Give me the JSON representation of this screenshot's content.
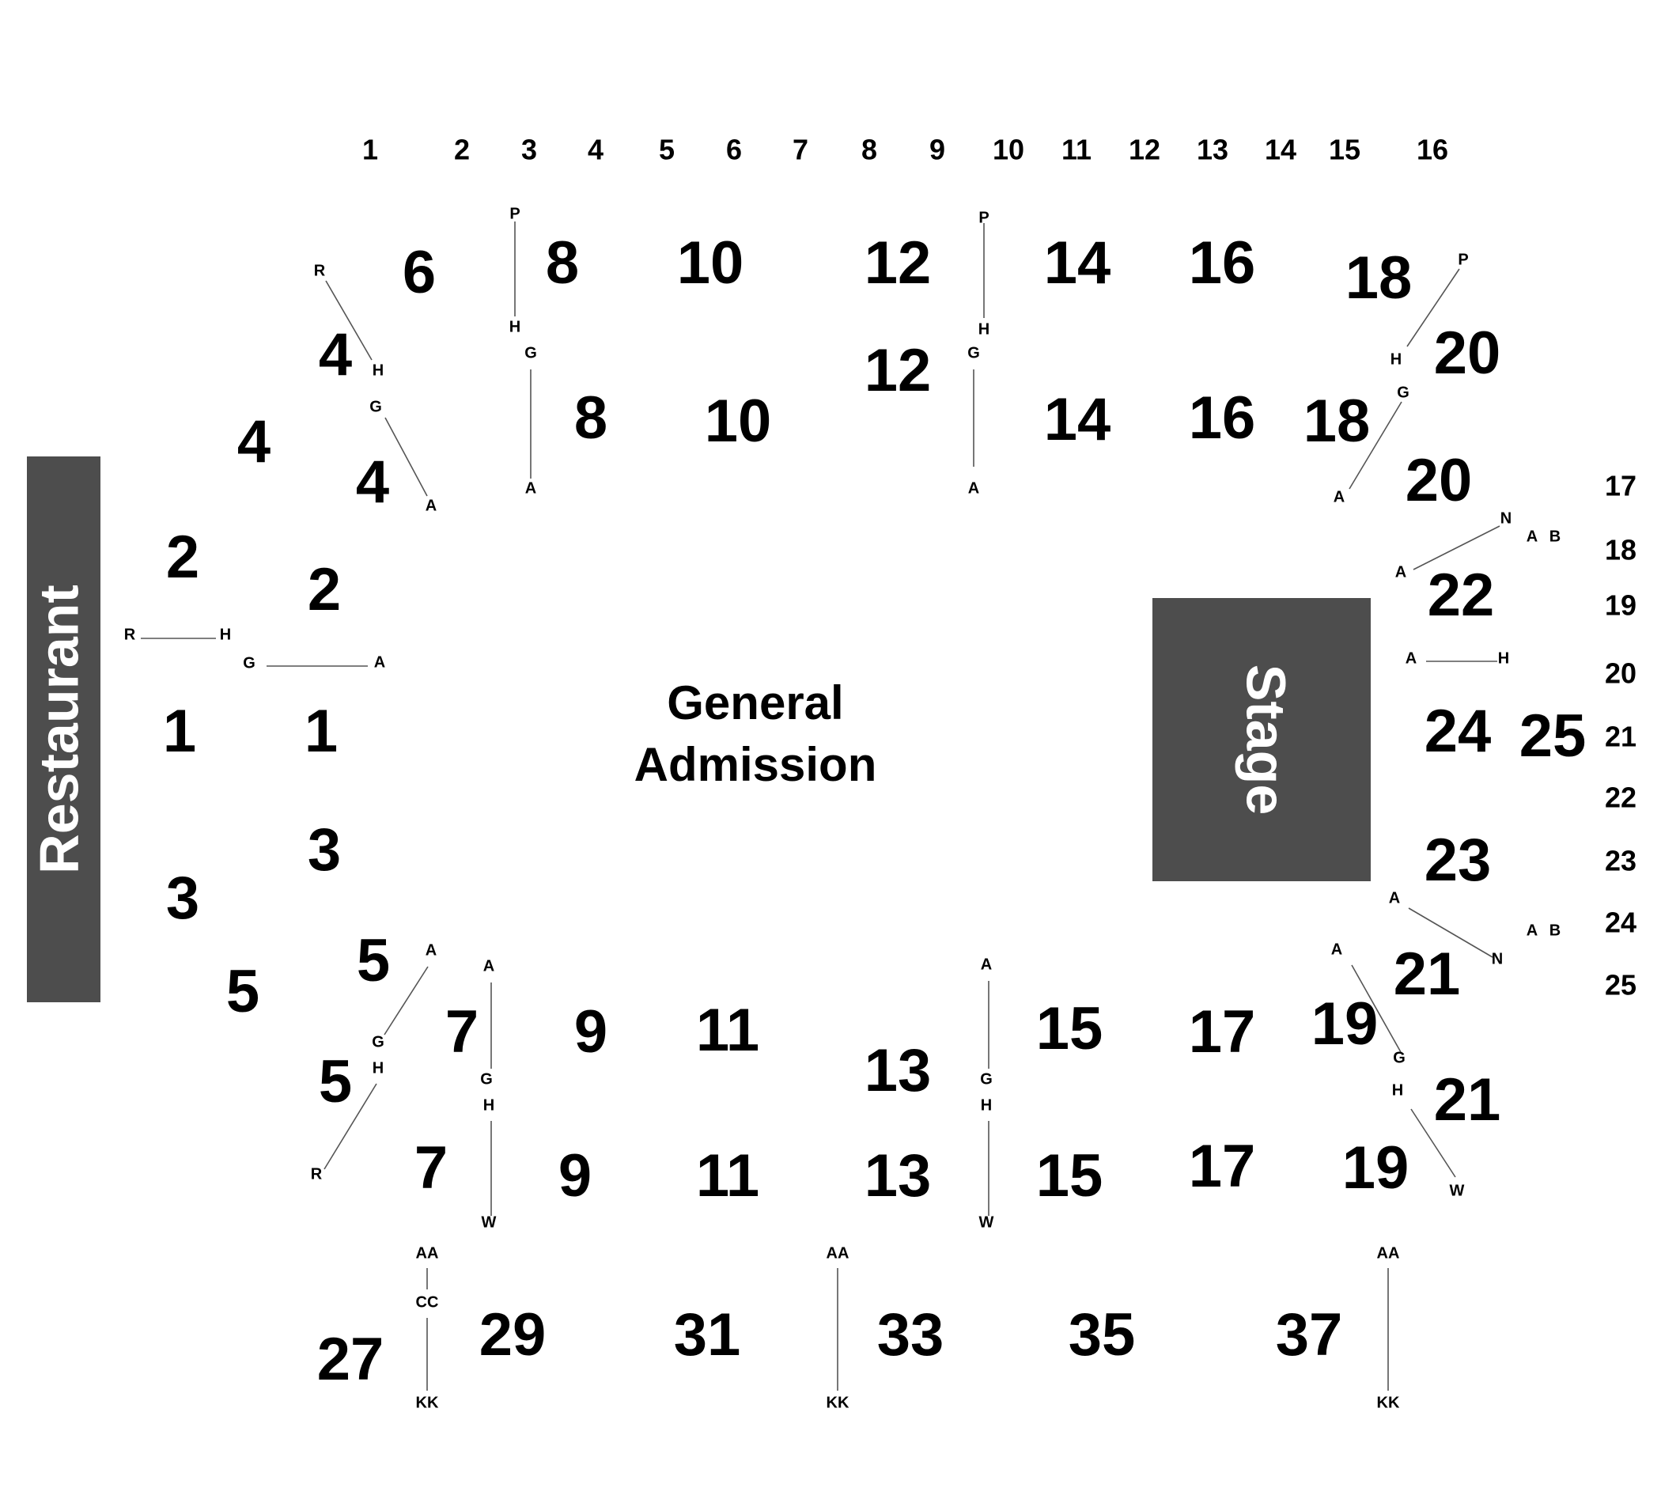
{
  "colors": {
    "block": "#4d4d4d",
    "text": "#000000",
    "block_text": "#ffffff",
    "aisle": "#555555"
  },
  "venue": {
    "restaurant_label": "Restaurant",
    "stage_label": "Stage",
    "general_admission": [
      "General",
      "Admission"
    ]
  },
  "top_numbers": [
    "1",
    "2",
    "3",
    "4",
    "5",
    "6",
    "7",
    "8",
    "9",
    "10",
    "11",
    "12",
    "13",
    "14",
    "15",
    "16"
  ],
  "right_numbers": [
    "17",
    "18",
    "19",
    "20",
    "21",
    "22",
    "23",
    "24",
    "25"
  ],
  "sections": [
    "6",
    "8",
    "10",
    "12",
    "14",
    "16",
    "18",
    "4",
    "8",
    "10",
    "12",
    "14",
    "16",
    "20",
    "18",
    "4",
    "4",
    "20",
    "2",
    "2",
    "22",
    "1",
    "1",
    "24",
    "25",
    "3",
    "23",
    "3",
    "5",
    "5",
    "21",
    "7",
    "9",
    "11",
    "15",
    "17",
    "19",
    "13",
    "5",
    "21",
    "7",
    "9",
    "11",
    "13",
    "15",
    "17",
    "19",
    "29",
    "31",
    "33",
    "35",
    "37",
    "27"
  ],
  "row_letters": [
    "P",
    "H",
    "P",
    "H",
    "R",
    "H",
    "G",
    "A",
    "G",
    "A",
    "G",
    "A",
    "P",
    "H",
    "G",
    "A",
    "N",
    "A",
    "B",
    "A",
    "R",
    "H",
    "G",
    "A",
    "A",
    "H",
    "A",
    "A",
    "A",
    "A",
    "N",
    "A",
    "B",
    "A",
    "G",
    "H",
    "R",
    "G",
    "H",
    "W",
    "G",
    "H",
    "W",
    "G",
    "H",
    "W",
    "AA",
    "CC",
    "KK",
    "AA",
    "KK",
    "AA",
    "KK"
  ]
}
